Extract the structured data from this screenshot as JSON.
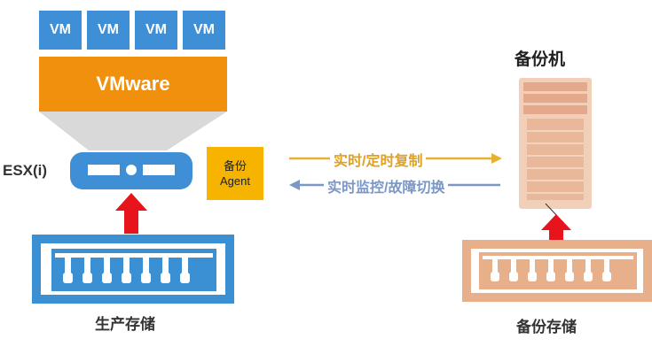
{
  "vms": [
    "VM",
    "VM",
    "VM",
    "VM"
  ],
  "hypervisor": "VMware",
  "host_label": "ESX(i)",
  "agent": {
    "line1": "备份",
    "line2": "Agent"
  },
  "arrows": {
    "sync": "实时/定时复制",
    "monitor": "实时监控/故障切换"
  },
  "backup_machine": "备份机",
  "storage": {
    "production": "生产存储",
    "backup": "备份存储"
  },
  "colors": {
    "vm_blue": "#3e8fd6",
    "vmware_orange": "#f0900c",
    "agent_yellow": "#f6b400",
    "sync_arrow": "#e8b030",
    "monitor_arrow": "#7a97c8",
    "red_arrow": "#e8141c",
    "storage_blue": "#3b8fd3",
    "storage_peach": "#e8b08a",
    "server_peach": "#e9b89a"
  },
  "icons": [
    "server-rack-icon",
    "storage-array-icon",
    "red-up-arrow-icon"
  ]
}
